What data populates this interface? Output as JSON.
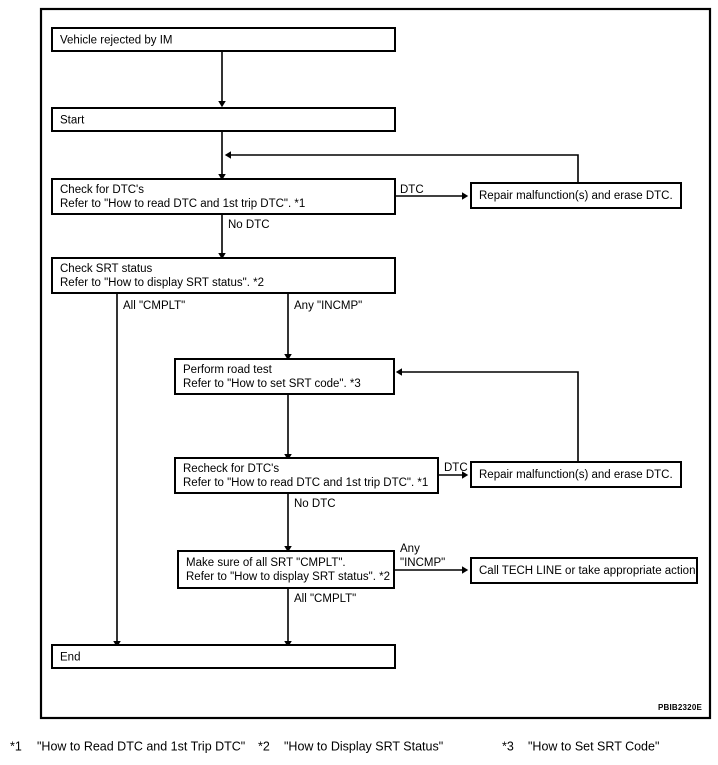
{
  "diagram": {
    "id_code": "PBIB2320E",
    "nodes": {
      "vehicle_rejected": {
        "line1": "Vehicle rejected by IM"
      },
      "start": {
        "line1": "Start"
      },
      "check_dtc": {
        "line1": "Check for DTC's",
        "line2": "Refer to \"How to read DTC and 1st trip DTC\". *1"
      },
      "repair_1": {
        "line1": "Repair malfunction(s) and erase DTC."
      },
      "check_srt": {
        "line1": "Check SRT status",
        "line2": "Refer to \"How to display SRT status\". *2"
      },
      "road_test": {
        "line1": "Perform road test",
        "line2": "Refer to \"How to set SRT code\". *3"
      },
      "recheck_dtc": {
        "line1": "Recheck for DTC's",
        "line2": "Refer to \"How to read DTC and 1st trip DTC\". *1"
      },
      "repair_2": {
        "line1": "Repair malfunction(s) and erase DTC."
      },
      "make_sure_srt": {
        "line1": "Make sure of all SRT \"CMPLT\".",
        "line2": "Refer to \"How to display SRT status\". *2"
      },
      "tech_line": {
        "line1": "Call TECH LINE or take appropriate action."
      },
      "end": {
        "line1": "End"
      }
    },
    "edge_labels": {
      "dtc_1": "DTC",
      "no_dtc_1": "No DTC",
      "all_cmplt_1": "All \"CMPLT\"",
      "any_incmp_1": "Any \"INCMP\"",
      "dtc_2": "DTC",
      "no_dtc_2": "No DTC",
      "any_incmp_2_line1": "Any",
      "any_incmp_2_line2": "\"INCMP\"",
      "all_cmplt_2": "All \"CMPLT\""
    }
  },
  "footnotes": [
    {
      "marker": "*1",
      "text": "\"How to Read DTC and 1st Trip DTC\""
    },
    {
      "marker": "*2",
      "text": "\"How to Display SRT Status\""
    },
    {
      "marker": "*3",
      "text": "\"How to Set SRT Code\""
    }
  ]
}
